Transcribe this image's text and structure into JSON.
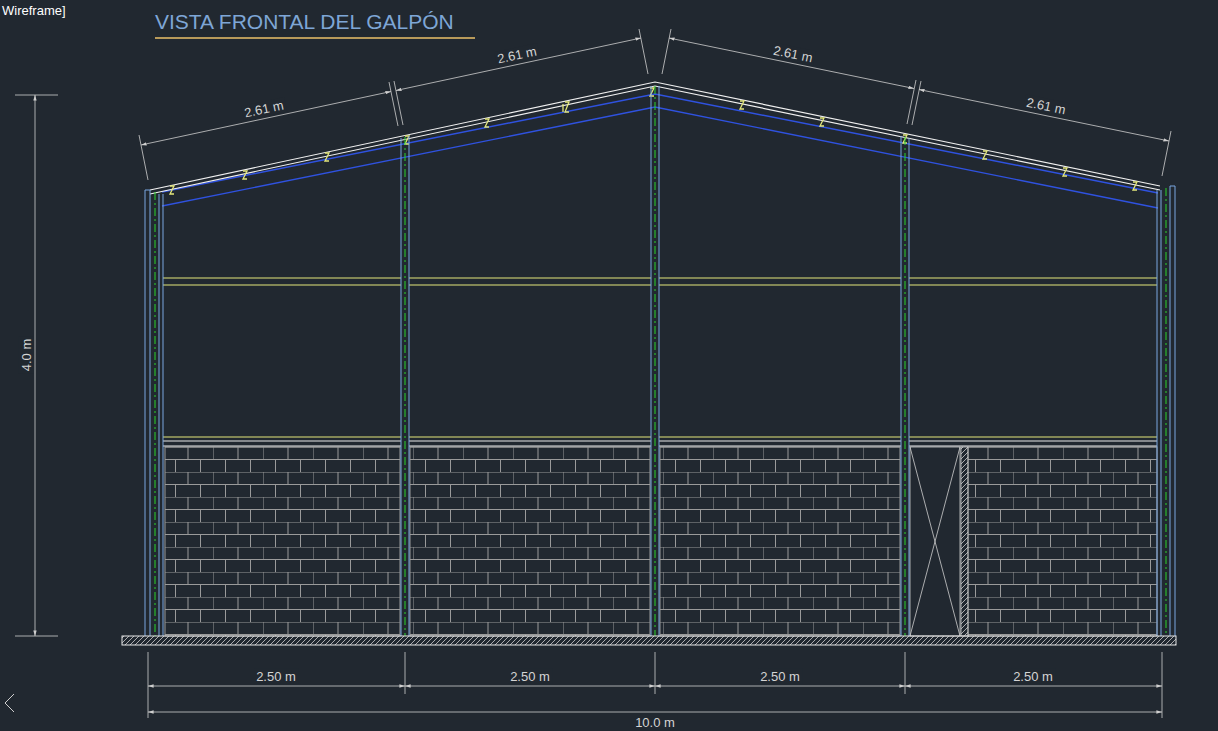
{
  "diagram": {
    "title": "VISTA FRONTAL DEL GALPÓN",
    "labels": [
      "Wireframe]",
      "2.61 m",
      "2.61 m",
      "2.61 m",
      "2.61 m",
      "4.0 m",
      "2.50 m",
      "2.50 m",
      "2.50 m",
      "2.50 m",
      "10.0 m"
    ]
  }
}
